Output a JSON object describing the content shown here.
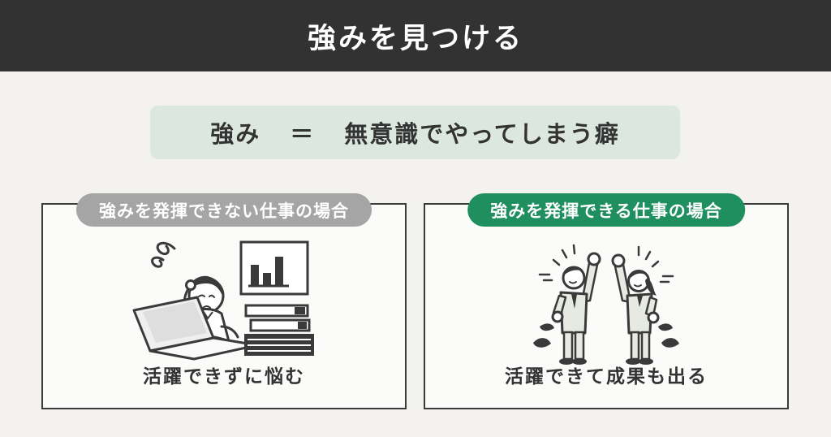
{
  "colors": {
    "page_bg": "#f4f2ee",
    "header_bg": "#323232",
    "header_text": "#ffffff",
    "definition_bg": "#dbe7df",
    "ink": "#333333",
    "panel_border": "#3a3a3a",
    "pill_gray": "#a5a5a5",
    "pill_green": "#1f8f60"
  },
  "header": {
    "title": "強みを見つける"
  },
  "definition": {
    "term": "強み",
    "equals": "＝",
    "description": "無意識でやってしまう癖"
  },
  "panels": [
    {
      "label": "強みを発揮できない仕事の場合",
      "caption": "活躍できずに悩む",
      "illustration": "troubled-worker-at-laptop"
    },
    {
      "label": "強みを発揮できる仕事の場合",
      "caption": "活躍できて成果も出る",
      "illustration": "coworkers-celebrating"
    }
  ]
}
